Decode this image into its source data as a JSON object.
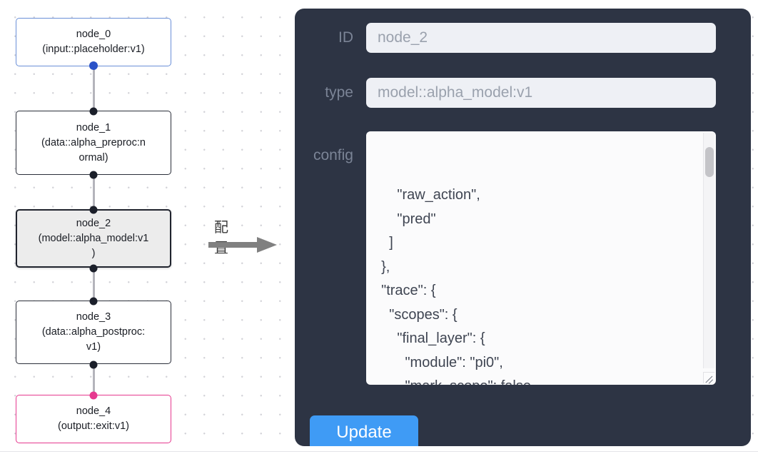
{
  "graph": {
    "nodes": [
      {
        "id": "node_0",
        "label": "node_0\n(input::placeholder:v1)",
        "kind": "input",
        "accent": "#6a8fd8"
      },
      {
        "id": "node_1",
        "label": "node_1\n(data::alpha_preproc:n\normal)",
        "kind": "default",
        "accent": "#2b2f3a"
      },
      {
        "id": "node_2",
        "label": "node_2\n(model::alpha_model:v1\n)",
        "kind": "selected",
        "accent": "#20242e"
      },
      {
        "id": "node_3",
        "label": "node_3\n(data::alpha_postproc:\nv1)",
        "kind": "default",
        "accent": "#2b2f3a"
      },
      {
        "id": "node_4",
        "label": "node_4\n(output::exit:v1)",
        "kind": "output",
        "accent": "#e6398f"
      }
    ],
    "edges": [
      {
        "from": "node_0",
        "to": "node_1"
      },
      {
        "from": "node_1",
        "to": "node_2"
      },
      {
        "from": "node_2",
        "to": "node_3"
      },
      {
        "from": "node_3",
        "to": "node_4"
      }
    ],
    "edge_color": "#b4b4bb"
  },
  "annotation": {
    "caption": "配置",
    "arrow_color": "#808080"
  },
  "inspector": {
    "background": "#2d3444",
    "fields": {
      "id": {
        "label": "ID",
        "value": "node_2"
      },
      "type": {
        "label": "type",
        "value": "model::alpha_model:v1"
      },
      "config": {
        "label": "config",
        "value": "      \"raw_action\",\n      \"pred\"\n    ]\n  },\n  \"trace\": {\n    \"scopes\": {\n      \"final_layer\": {\n        \"module\": \"pi0\",\n        \"mark_scope\": false\n      },\n      \"action_model\": {"
      }
    },
    "update_button": {
      "label": "Update",
      "color": "#3f9bf5"
    }
  }
}
